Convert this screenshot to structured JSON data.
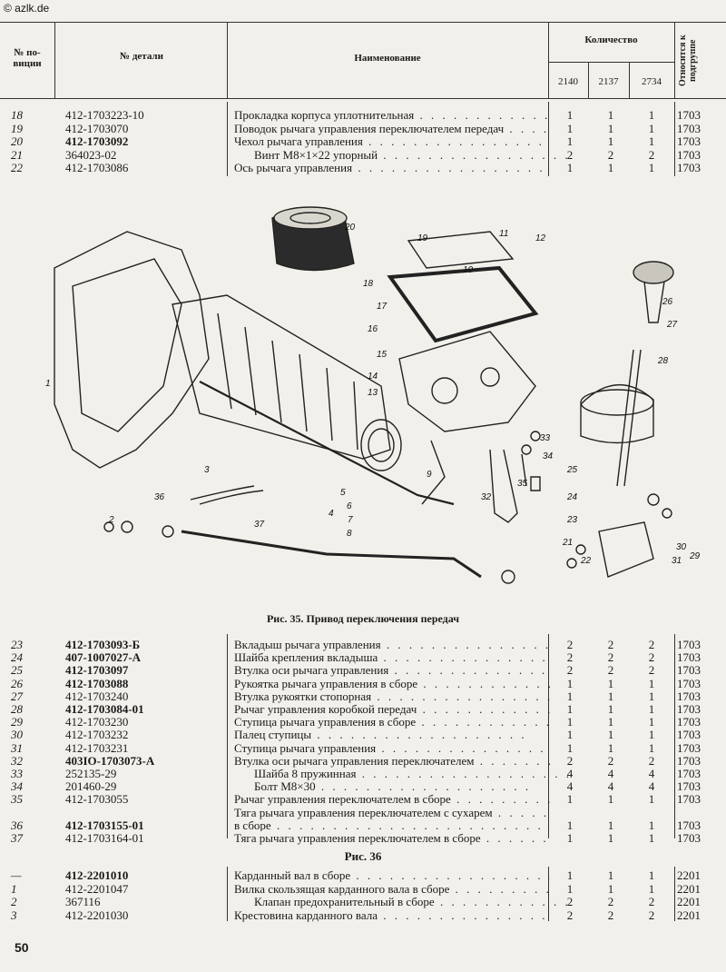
{
  "watermark": "© azlk.de",
  "header": {
    "pos_label_1": "№ по-",
    "pos_label_2": "виции",
    "part_label": "№ детали",
    "name_label": "Наименование",
    "qty_label": "Количество",
    "models": [
      "2140",
      "2137",
      "2734"
    ],
    "subgroup_label": "Относится к подгруппе"
  },
  "table1": [
    {
      "pos": "18",
      "part": "412-1703223-10",
      "name": "Прокладка корпуса уплотнительная",
      "q": [
        "1",
        "1",
        "1"
      ],
      "sub": "1703",
      "bold": false,
      "indent": false
    },
    {
      "pos": "19",
      "part": "412-1703070",
      "name": "Поводок рычага управления переключателем передач",
      "q": [
        "1",
        "1",
        "1"
      ],
      "sub": "1703",
      "bold": false,
      "indent": false
    },
    {
      "pos": "20",
      "part": "412-1703092",
      "name": "Чехол рычага управления",
      "q": [
        "1",
        "1",
        "1"
      ],
      "sub": "1703",
      "bold": true,
      "indent": false
    },
    {
      "pos": "21",
      "part": "364023-02",
      "name": "Винт М8×1×22 упорный",
      "q": [
        "2",
        "2",
        "2"
      ],
      "sub": "1703",
      "bold": false,
      "indent": true
    },
    {
      "pos": "22",
      "part": "412-1703086",
      "name": "Ось рычага управления",
      "q": [
        "1",
        "1",
        "1"
      ],
      "sub": "1703",
      "bold": false,
      "indent": false
    }
  ],
  "figure_caption": "Рис. 35. Привод переключения передач",
  "table2": [
    {
      "pos": "23",
      "part": "412-1703093-Б",
      "name": "Вкладыш рычага управления",
      "q": [
        "2",
        "2",
        "2"
      ],
      "sub": "1703",
      "bold": true,
      "indent": false
    },
    {
      "pos": "24",
      "part": "407-1007027-А",
      "name": "Шайба крепления вкладыша",
      "q": [
        "2",
        "2",
        "2"
      ],
      "sub": "1703",
      "bold": true,
      "indent": false
    },
    {
      "pos": "25",
      "part": "412-1703097",
      "name": "Втулка оси рычага управления",
      "q": [
        "2",
        "2",
        "2"
      ],
      "sub": "1703",
      "bold": true,
      "indent": false
    },
    {
      "pos": "26",
      "part": "412-1703088",
      "name": "Рукоятка рычага управления в сборе",
      "q": [
        "1",
        "1",
        "1"
      ],
      "sub": "1703",
      "bold": true,
      "indent": false
    },
    {
      "pos": "27",
      "part": "412-1703240",
      "name": "Втулка рукоятки стопорная",
      "q": [
        "1",
        "1",
        "1"
      ],
      "sub": "1703",
      "bold": false,
      "indent": false
    },
    {
      "pos": "28",
      "part": "412-1703084-01",
      "name": "Рычаг управления коробкой передач",
      "q": [
        "1",
        "1",
        "1"
      ],
      "sub": "1703",
      "bold": true,
      "indent": false
    },
    {
      "pos": "29",
      "part": "412-1703230",
      "name": "Ступица рычага управления в сборе",
      "q": [
        "1",
        "1",
        "1"
      ],
      "sub": "1703",
      "bold": false,
      "indent": false
    },
    {
      "pos": "30",
      "part": "412-1703232",
      "name": "Палец ступицы",
      "q": [
        "1",
        "1",
        "1"
      ],
      "sub": "1703",
      "bold": false,
      "indent": false
    },
    {
      "pos": "31",
      "part": "412-1703231",
      "name": "Ступица рычага управления",
      "q": [
        "1",
        "1",
        "1"
      ],
      "sub": "1703",
      "bold": false,
      "indent": false
    },
    {
      "pos": "32",
      "part": "403IO-1703073-А",
      "name": "Втулка оси рычага управления переключателем",
      "q": [
        "2",
        "2",
        "2"
      ],
      "sub": "1703",
      "bold": true,
      "indent": false
    },
    {
      "pos": "33",
      "part": "252135-29",
      "name": "Шайба 8 пружинная",
      "q": [
        "4",
        "4",
        "4"
      ],
      "sub": "1703",
      "bold": false,
      "indent": true
    },
    {
      "pos": "34",
      "part": "201460-29",
      "name": "Болт М8×30",
      "q": [
        "4",
        "4",
        "4"
      ],
      "sub": "1703",
      "bold": false,
      "indent": true
    },
    {
      "pos": "35",
      "part": "412-1703055",
      "name": "Рычаг управления переключателем в сборе",
      "q": [
        "1",
        "1",
        "1"
      ],
      "sub": "1703",
      "bold": false,
      "indent": false
    },
    {
      "pos": "36",
      "part": "412-1703155-01",
      "name": "Тяга рычага управления переключателем с сухарем",
      "name2": "в сборе",
      "q": [
        "1",
        "1",
        "1"
      ],
      "sub": "1703",
      "bold": true,
      "indent": false
    },
    {
      "pos": "37",
      "part": "412-1703164-01",
      "name": "Тяга рычага управления переключателем в сборе",
      "q": [
        "1",
        "1",
        "1"
      ],
      "sub": "1703",
      "bold": false,
      "indent": false
    }
  ],
  "ris36_heading": "Рис. 36",
  "table3": [
    {
      "pos": "—",
      "part": "412-2201010",
      "name": "Карданный вал в сборе",
      "q": [
        "1",
        "1",
        "1"
      ],
      "sub": "2201",
      "bold": true,
      "indent": false
    },
    {
      "pos": "1",
      "part": "412-2201047",
      "name": "Вилка скользящая карданного вала в сборе",
      "q": [
        "1",
        "1",
        "1"
      ],
      "sub": "2201",
      "bold": false,
      "indent": false
    },
    {
      "pos": "2",
      "part": "367116",
      "name": "Клапан предохранительный в сборе",
      "q": [
        "2",
        "2",
        "2"
      ],
      "sub": "2201",
      "bold": false,
      "indent": true
    },
    {
      "pos": "3",
      "part": "412-2201030",
      "name": "Крестовина карданного вала",
      "q": [
        "2",
        "2",
        "2"
      ],
      "sub": "2201",
      "bold": false,
      "indent": false
    }
  ],
  "callouts": [
    "1",
    "2",
    "3",
    "4",
    "5",
    "6",
    "7",
    "8",
    "9",
    "10",
    "11",
    "12",
    "13",
    "14",
    "15",
    "16",
    "17",
    "18",
    "19",
    "20",
    "21",
    "22",
    "23",
    "24",
    "25",
    "26",
    "27",
    "28",
    "29",
    "30",
    "31",
    "32",
    "33",
    "34",
    "35",
    "36",
    "37"
  ],
  "page_number": "50"
}
